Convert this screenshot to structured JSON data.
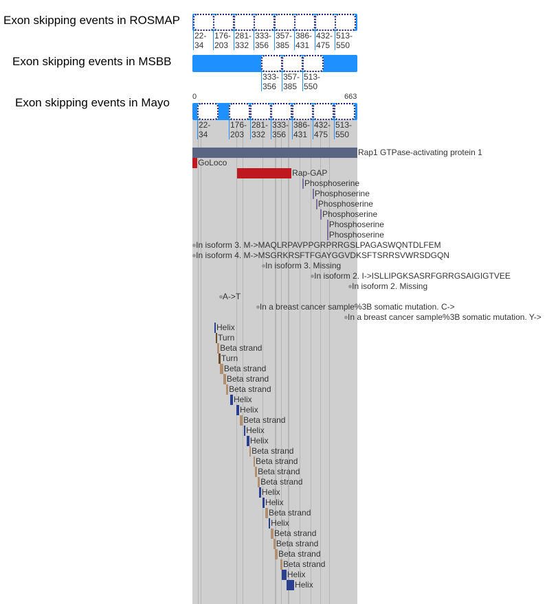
{
  "tracks": [
    {
      "title": "Exon skipping events in ROSMAP",
      "exons": [
        "22-\n34",
        "176-\n203",
        "281-\n332",
        "333-\n356",
        "357-\n385",
        "386-\n431",
        "432-\n475",
        "513-\n550"
      ]
    },
    {
      "title": "Exon skipping events in MSBB",
      "exons": [
        "333-\n356",
        "357-\n385",
        "513-\n550"
      ]
    },
    {
      "title": "Exon skipping events in Mayo",
      "exons": [
        "22-\n34",
        "176-\n203",
        "281-\n332",
        "333-\n356",
        "386-\n431",
        "432-\n475",
        "513-\n550"
      ]
    }
  ],
  "axis": {
    "min": "0",
    "max": "663",
    "length": 663
  },
  "exon_lines": [
    22,
    34,
    176,
    203,
    281,
    332,
    333,
    356,
    357,
    385,
    386,
    431,
    432,
    475,
    513,
    550
  ],
  "colors": {
    "exon_bar": "#1e90ff",
    "protein": "#5a6483",
    "domain": "#c0181f",
    "phospho": "#7b6fa0",
    "helix": "#2a3f8f",
    "beta": "#b09070",
    "turn": "#6b4a2e",
    "variant": "#999999"
  },
  "features": [
    {
      "type": "protein",
      "label": "Rap1 GTPase-activating protein 1",
      "start": 0,
      "end": 663
    },
    {
      "type": "domain",
      "label": "GoLoco",
      "start": 0,
      "end": 20
    },
    {
      "type": "domain",
      "label": "Rap-GAP",
      "start": 180,
      "end": 398
    },
    {
      "type": "phospho",
      "label": "Phosphoserine",
      "start": 442,
      "end": 444
    },
    {
      "type": "phospho",
      "label": "Phosphoserine",
      "start": 483,
      "end": 485
    },
    {
      "type": "phospho",
      "label": "Phosphoserine",
      "start": 497,
      "end": 499
    },
    {
      "type": "phospho",
      "label": "Phosphoserine",
      "start": 514,
      "end": 516
    },
    {
      "type": "phospho",
      "label": "Phosphoserine",
      "start": 541,
      "end": 543
    },
    {
      "type": "phospho",
      "label": "Phosphoserine",
      "start": 541,
      "end": 543
    },
    {
      "type": "variant",
      "label": "In isoform 3. M->MAQLRPAVPPGRPRRGSLPAGASWQNTDLFEM",
      "start": 6,
      "end": 6
    },
    {
      "type": "variant",
      "label": "In isoform 4. M->MSGRKRSFTFGAYGGVDKSFTSRRSVWRSDGQN",
      "start": 6,
      "end": 6
    },
    {
      "type": "variant",
      "label": "In isoform 3. Missing",
      "start": 285,
      "end": 285
    },
    {
      "type": "variant",
      "label": "In isoform 2. I->ISLLIPGKSASRFGRRGSAIGIGTVEE",
      "start": 481,
      "end": 481
    },
    {
      "type": "variant",
      "label": "In isoform 2. Missing",
      "start": 633,
      "end": 633
    },
    {
      "type": "variant",
      "label": "A->T",
      "start": 113,
      "end": 113
    },
    {
      "type": "variant",
      "label": "In a breast cancer sample%3B somatic mutation. C->",
      "start": 262,
      "end": 262
    },
    {
      "type": "variant",
      "label": "In a breast cancer sample%3B somatic mutation. Y->",
      "start": 616,
      "end": 616
    },
    {
      "type": "helix",
      "label": "Helix",
      "start": 88,
      "end": 94
    },
    {
      "type": "turn",
      "label": "Turn",
      "start": 94,
      "end": 99
    },
    {
      "type": "beta",
      "label": "Beta strand",
      "start": 99,
      "end": 108
    },
    {
      "type": "turn",
      "label": "Turn",
      "start": 105,
      "end": 113
    },
    {
      "type": "beta",
      "label": "Beta strand",
      "start": 110,
      "end": 124
    },
    {
      "type": "beta",
      "label": "Beta strand",
      "start": 124,
      "end": 135
    },
    {
      "type": "beta",
      "label": "Beta strand",
      "start": 135,
      "end": 144
    },
    {
      "type": "helix",
      "label": "Helix",
      "start": 152,
      "end": 163
    },
    {
      "type": "helix",
      "label": "Helix",
      "start": 177,
      "end": 188
    },
    {
      "type": "beta",
      "label": "Beta strand",
      "start": 191,
      "end": 202
    },
    {
      "type": "helix",
      "label": "Helix",
      "start": 207,
      "end": 213
    },
    {
      "type": "helix",
      "label": "Helix",
      "start": 218,
      "end": 229
    },
    {
      "type": "beta",
      "label": "Beta strand",
      "start": 229,
      "end": 235
    },
    {
      "type": "beta",
      "label": "Beta strand",
      "start": 246,
      "end": 251
    },
    {
      "type": "beta",
      "label": "Beta strand",
      "start": 251,
      "end": 260
    },
    {
      "type": "beta",
      "label": "Beta strand",
      "start": 262,
      "end": 271
    },
    {
      "type": "helix",
      "label": "Helix",
      "start": 268,
      "end": 276
    },
    {
      "type": "helix",
      "label": "Helix",
      "start": 282,
      "end": 290
    },
    {
      "type": "beta",
      "label": "Beta strand",
      "start": 293,
      "end": 304
    },
    {
      "type": "helix",
      "label": "Helix",
      "start": 307,
      "end": 312
    },
    {
      "type": "beta",
      "label": "Beta strand",
      "start": 315,
      "end": 326
    },
    {
      "type": "beta",
      "label": "Beta strand",
      "start": 326,
      "end": 334
    },
    {
      "type": "beta",
      "label": "Beta strand",
      "start": 331,
      "end": 343
    },
    {
      "type": "beta",
      "label": "Beta strand",
      "start": 354,
      "end": 362
    },
    {
      "type": "helix",
      "label": "Helix",
      "start": 359,
      "end": 378
    },
    {
      "type": "helix",
      "label": "Helix",
      "start": 378,
      "end": 409
    }
  ]
}
